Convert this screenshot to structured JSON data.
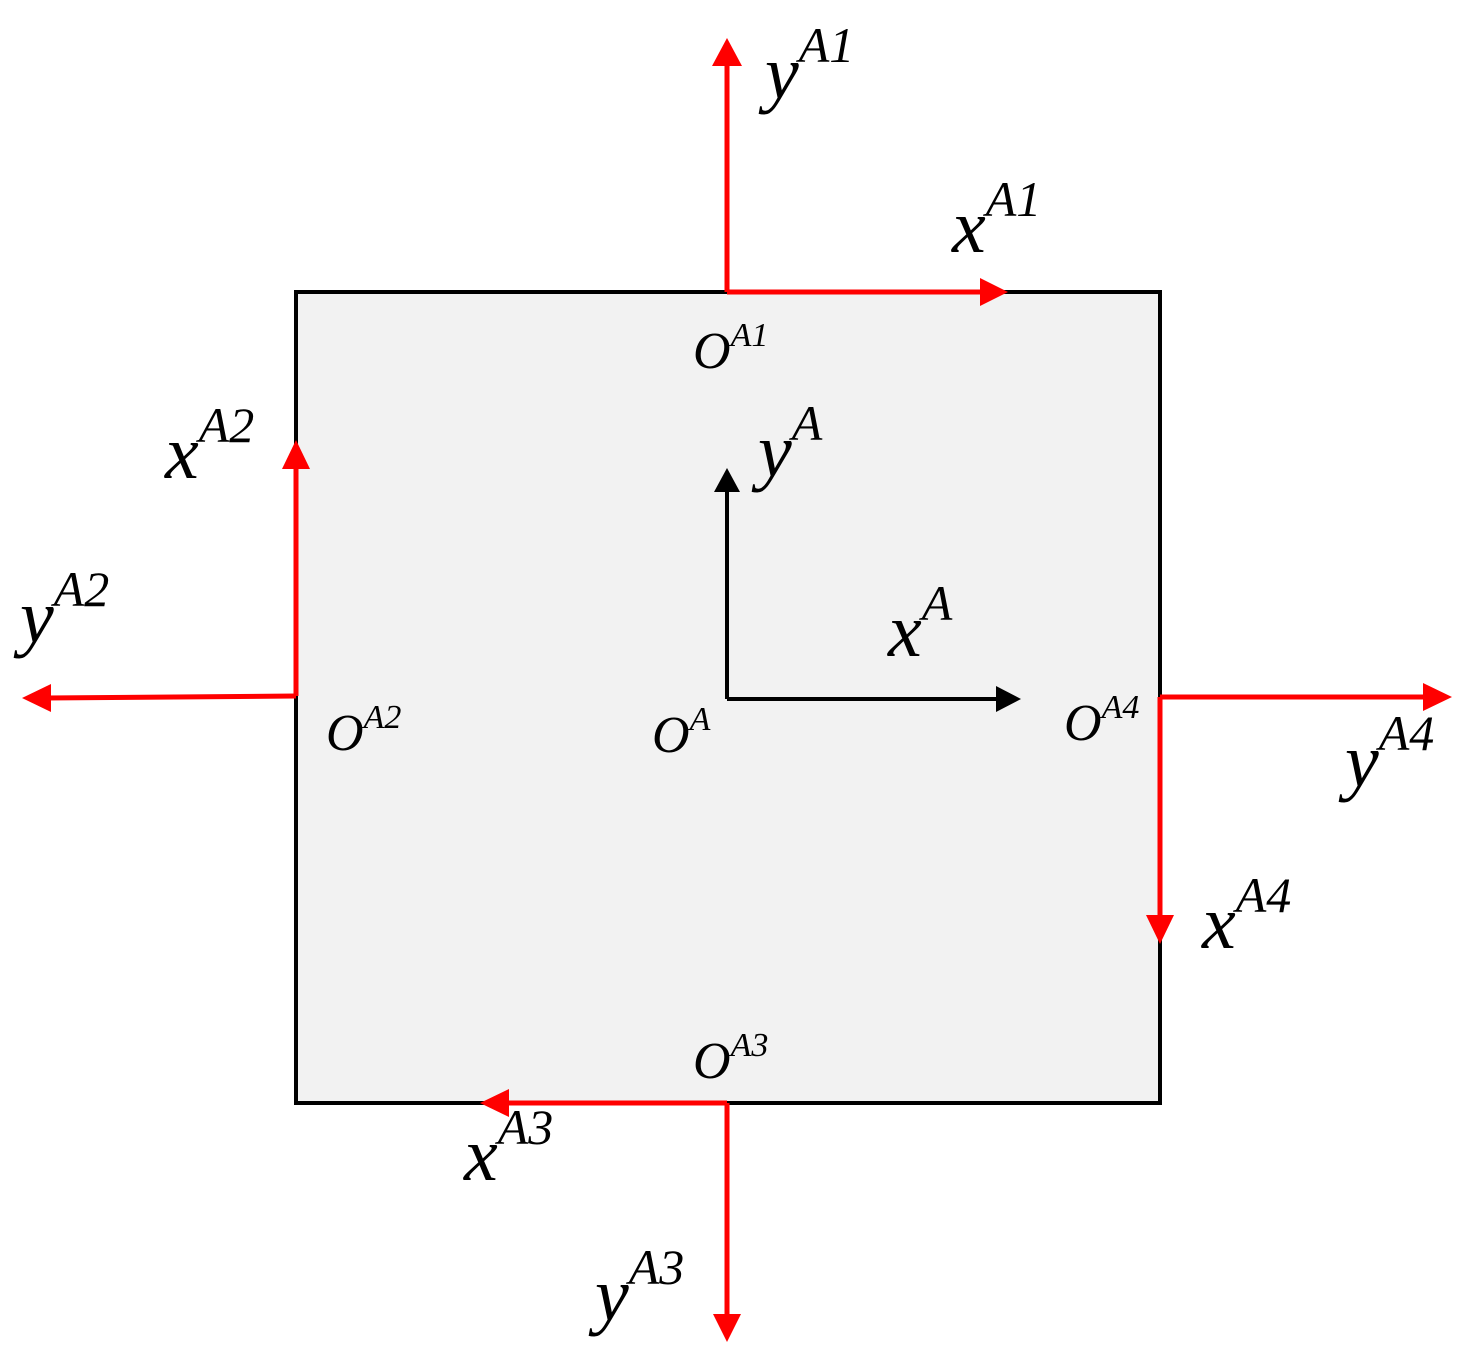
{
  "colors": {
    "frame_axis": "#ff0000",
    "body_axis": "#000000",
    "plate_fill": "#f2f2f2",
    "plate_border": "#000000"
  },
  "labels": {
    "yA1": {
      "base": "y",
      "sup": "A1"
    },
    "xA1": {
      "base": "x",
      "sup": "A1"
    },
    "OA1": {
      "base": "O",
      "sup": "A1"
    },
    "xA2": {
      "base": "x",
      "sup": "A2"
    },
    "yA2": {
      "base": "y",
      "sup": "A2"
    },
    "OA2": {
      "base": "O",
      "sup": "A2"
    },
    "yA": {
      "base": "y",
      "sup": "A"
    },
    "xA": {
      "base": "x",
      "sup": "A"
    },
    "OA": {
      "base": "O",
      "sup": "A"
    },
    "OA4": {
      "base": "O",
      "sup": "A4"
    },
    "yA4": {
      "base": "y",
      "sup": "A4"
    },
    "xA4": {
      "base": "x",
      "sup": "A4"
    },
    "OA3": {
      "base": "O",
      "sup": "A3"
    },
    "xA3": {
      "base": "x",
      "sup": "A3"
    },
    "yA3": {
      "base": "y",
      "sup": "A3"
    }
  }
}
